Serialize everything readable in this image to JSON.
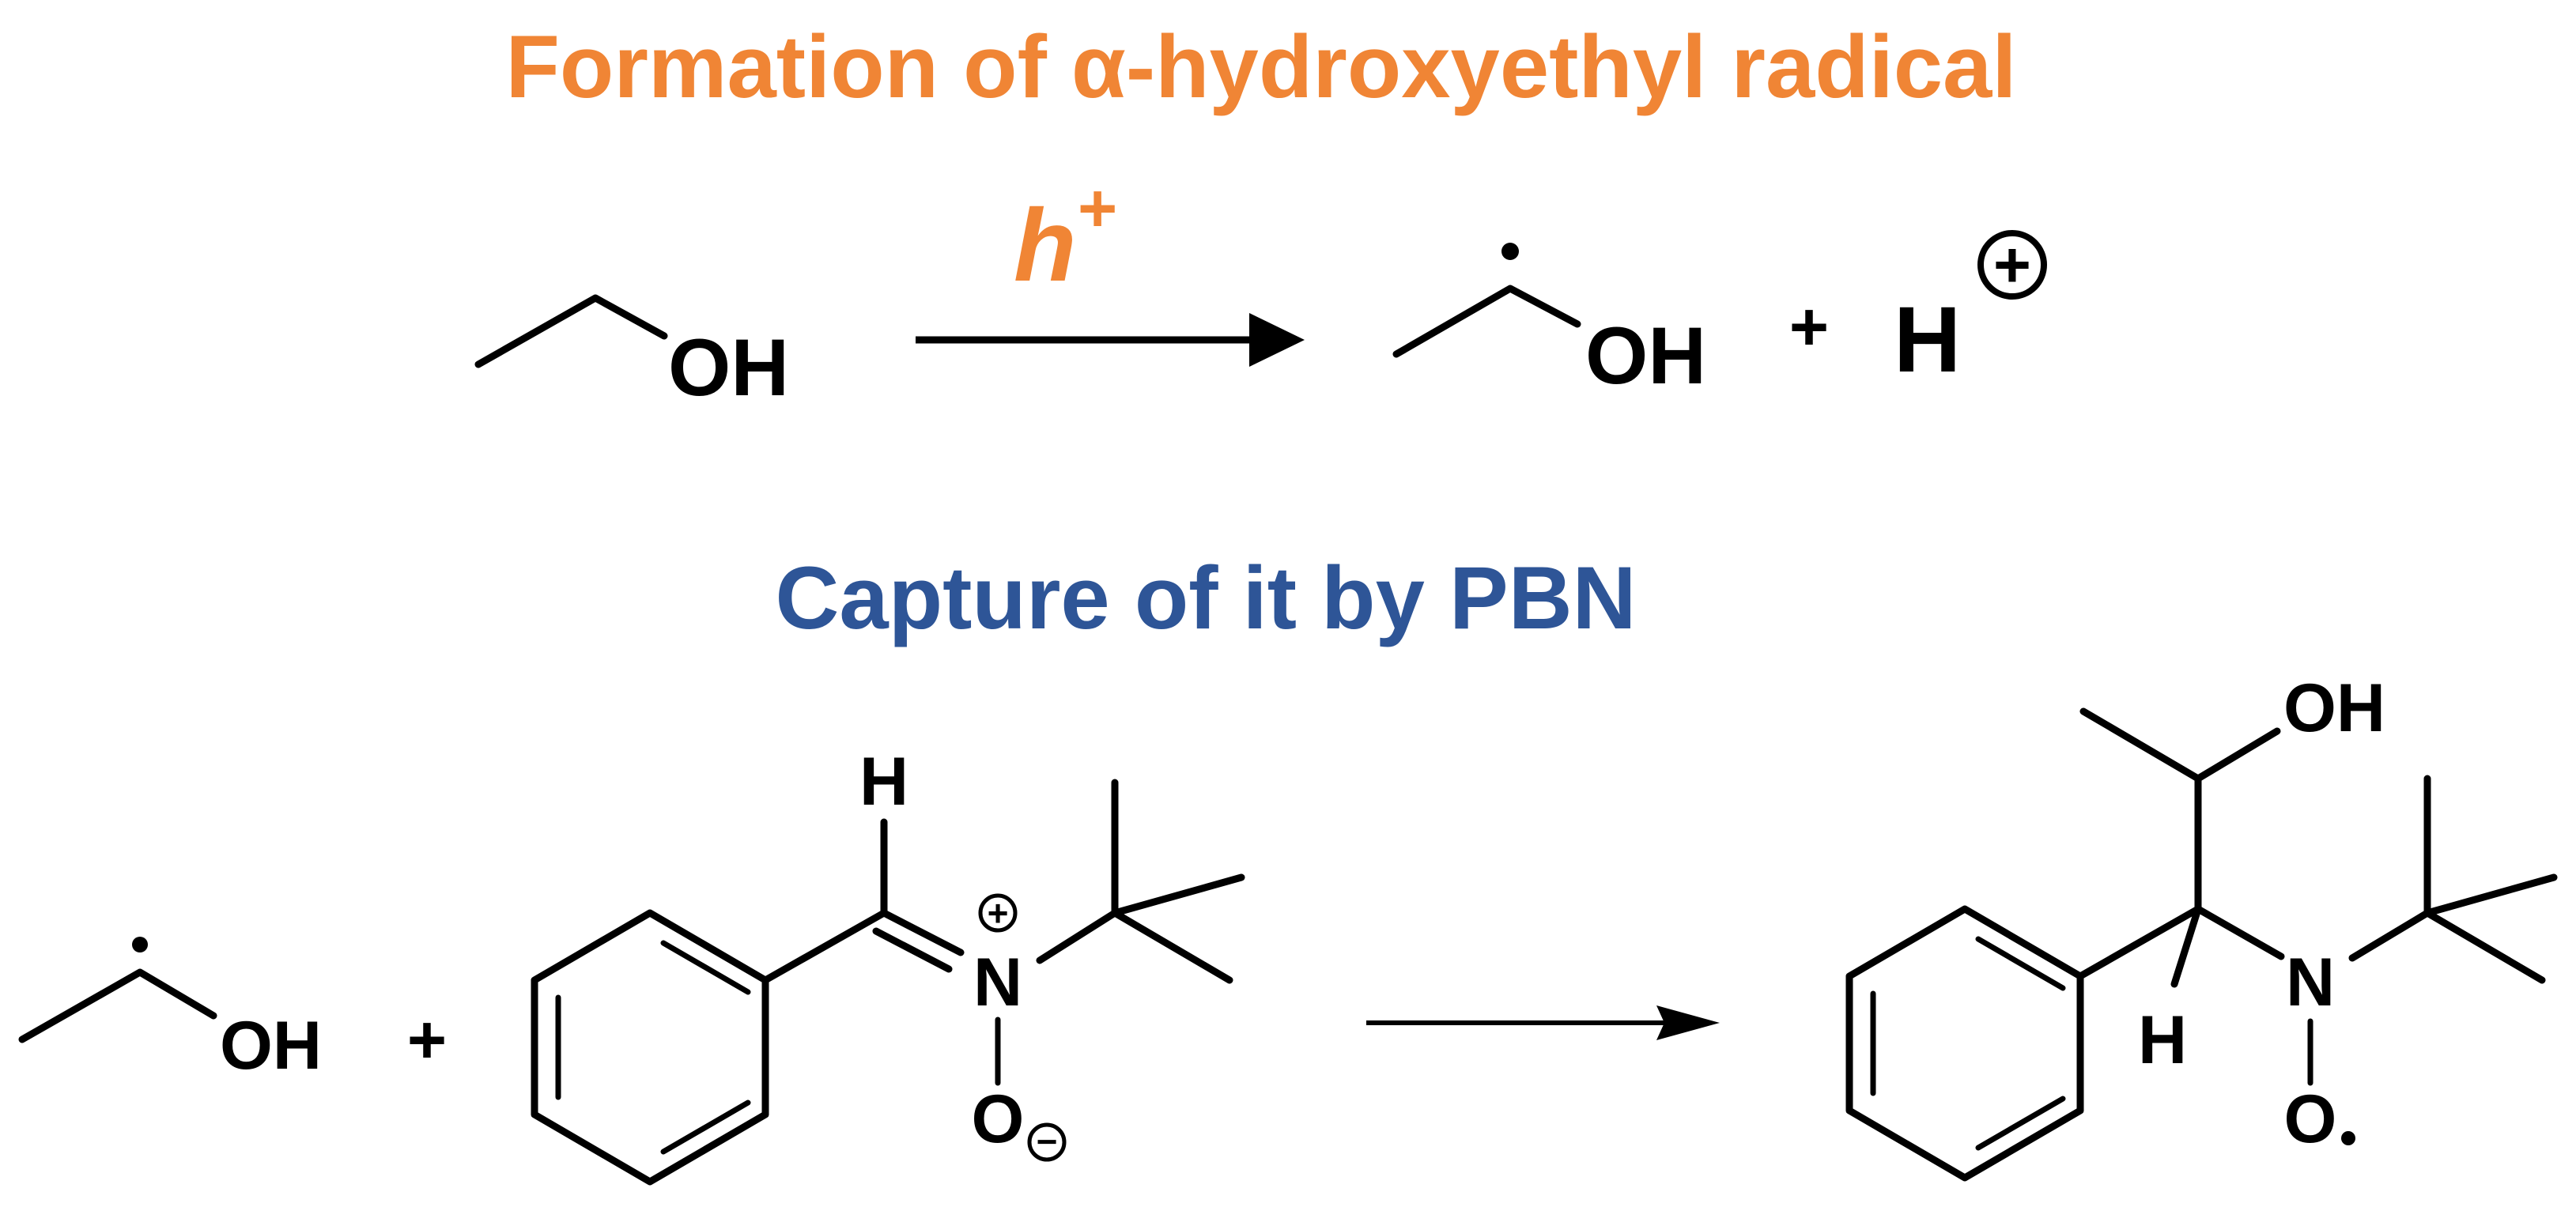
{
  "reaction1": {
    "title": "Formation of α-hydroxyethyl radical",
    "reagent_oh": "OH",
    "arrow_label_base": "h",
    "arrow_label_sup": "+",
    "product_oh": "OH",
    "plus": "+",
    "proton": "H",
    "proton_charge": "+"
  },
  "reaction2": {
    "title": "Capture of it by PBN",
    "radical_oh": "OH",
    "plus": "+",
    "pbn_h": "H",
    "pbn_n": "N",
    "pbn_n_charge": "+",
    "pbn_o": "O",
    "pbn_o_charge": "−",
    "adduct_oh": "OH",
    "adduct_h": "H",
    "adduct_n": "N",
    "adduct_o": "O"
  },
  "colors": {
    "title1": "#F08535",
    "title2": "#2E5597",
    "arrow_label": "#F08535",
    "bonds": "#000000"
  }
}
